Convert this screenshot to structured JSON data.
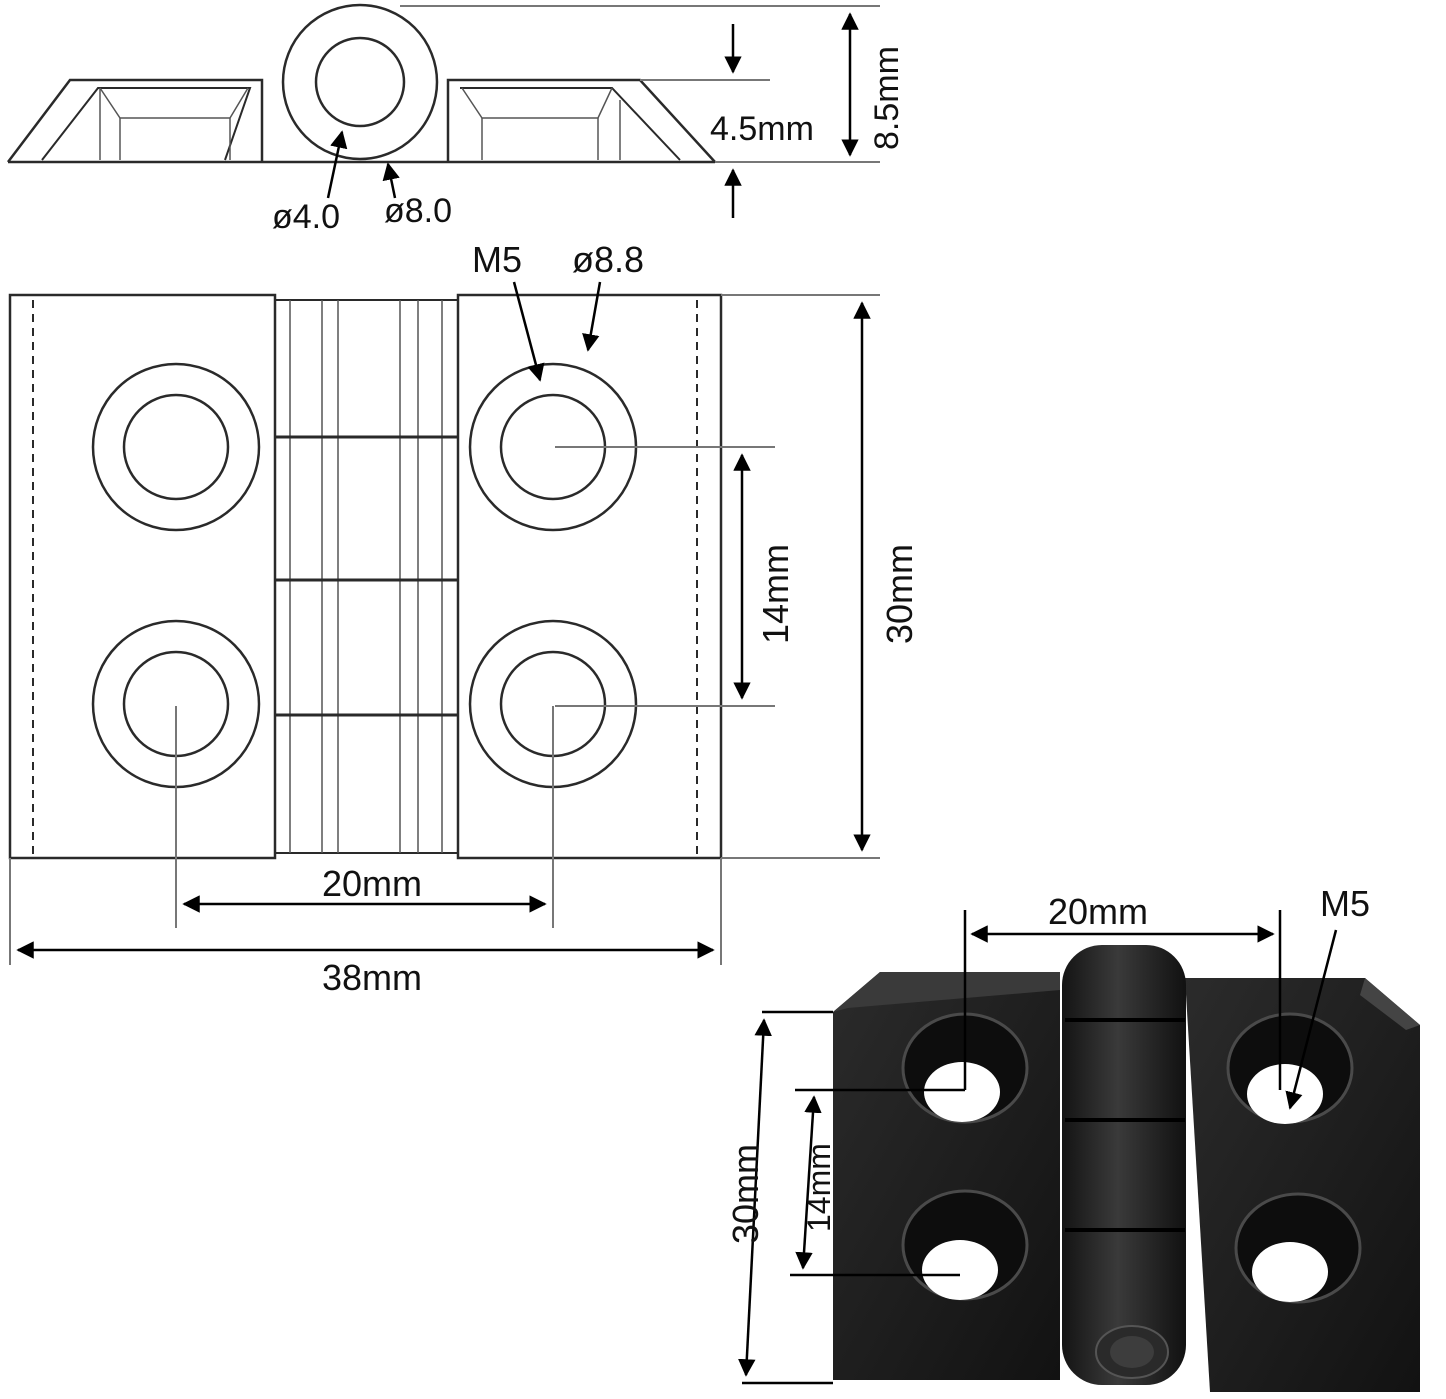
{
  "side_view": {
    "bore_inner_label": "ø4.0",
    "bore_outer_label": "ø8.0",
    "leaf_thickness_label": "4.5mm",
    "total_height_label": "8.5mm"
  },
  "top_view": {
    "thread_label": "M5",
    "counterbore_label": "ø8.8",
    "hole_pitch_vertical_label": "14mm",
    "height_label": "30mm",
    "hole_pitch_horizontal_label": "20mm",
    "width_label": "38mm"
  },
  "photo_view": {
    "hole_pitch_horizontal_label": "20mm",
    "thread_label": "M5",
    "height_label": "30mm",
    "hole_pitch_vertical_label": "14mm"
  },
  "colors": {
    "hinge_body": "#1b1b1b",
    "hinge_highlight": "#3a3a3a",
    "drawing_line": "#2a2a2a"
  }
}
